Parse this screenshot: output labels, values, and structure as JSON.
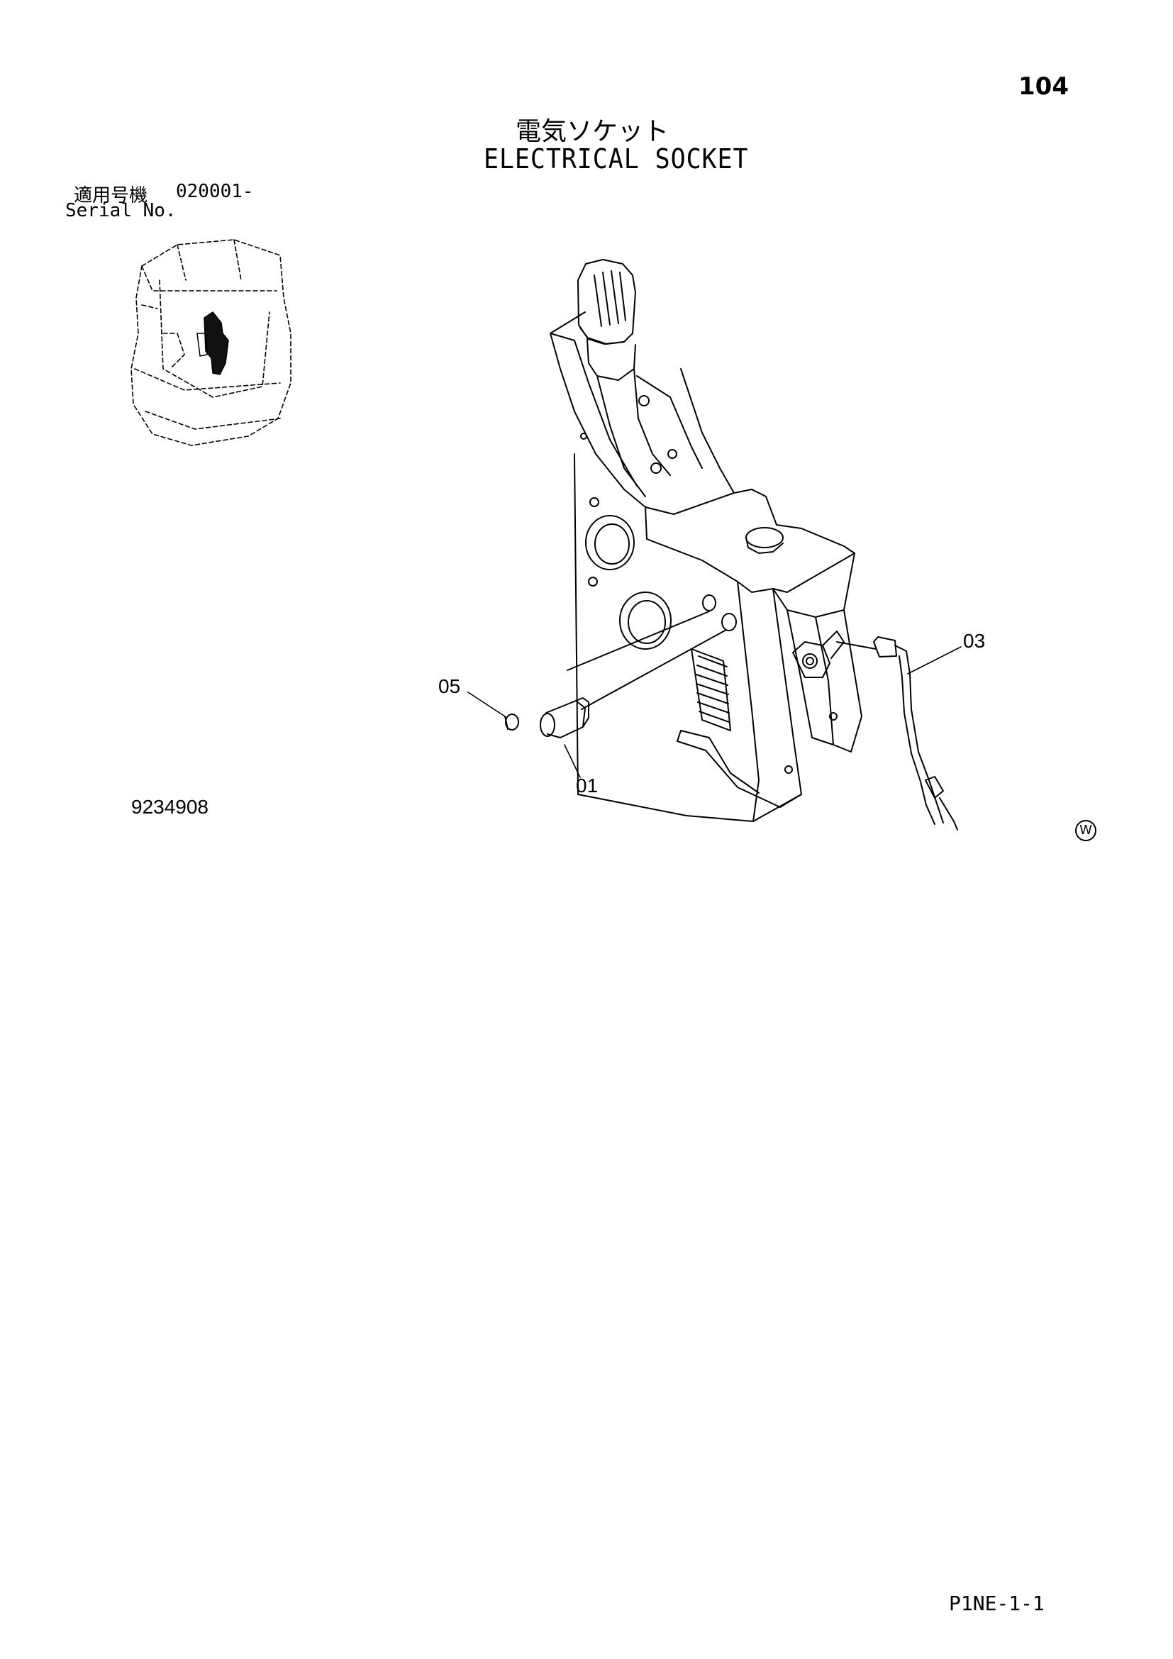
{
  "page_number": "104",
  "title": {
    "japanese": "電気ソケット",
    "english": "ELECTRICAL SOCKET"
  },
  "serial": {
    "label_japanese": "適用号機",
    "value": "020001-",
    "label_english": "Serial No."
  },
  "callouts": [
    {
      "id": "05",
      "label": "05"
    },
    {
      "id": "01",
      "label": "01"
    },
    {
      "id": "03",
      "label": "03"
    }
  ],
  "drawing_number": "9234908",
  "w_mark": "W",
  "footer_code": "P1NE-1-1"
}
